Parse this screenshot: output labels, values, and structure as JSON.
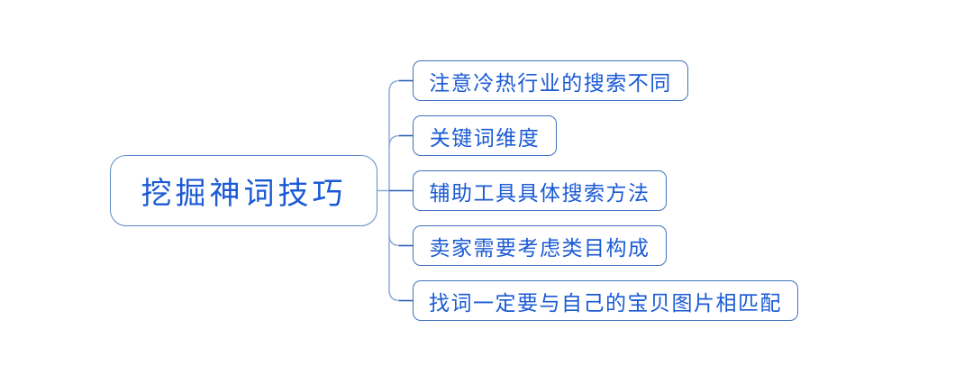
{
  "theme": {
    "background": "#ffffff",
    "node_border": "#4273be",
    "root_border": "#5d89ca",
    "text_color": "#1a5ad4",
    "line_light": "#8fabd9",
    "line_dark": "#2a5fb5"
  },
  "mindmap": {
    "root": {
      "label": "挖掘神词技巧"
    },
    "branches": [
      {
        "label": "注意冷热行业的搜索不同"
      },
      {
        "label": "关键词维度"
      },
      {
        "label": "辅助工具具体搜索方法"
      },
      {
        "label": "卖家需要考虑类目构成"
      },
      {
        "label": "找词一定要与自己的宝贝图片相匹配"
      }
    ]
  }
}
